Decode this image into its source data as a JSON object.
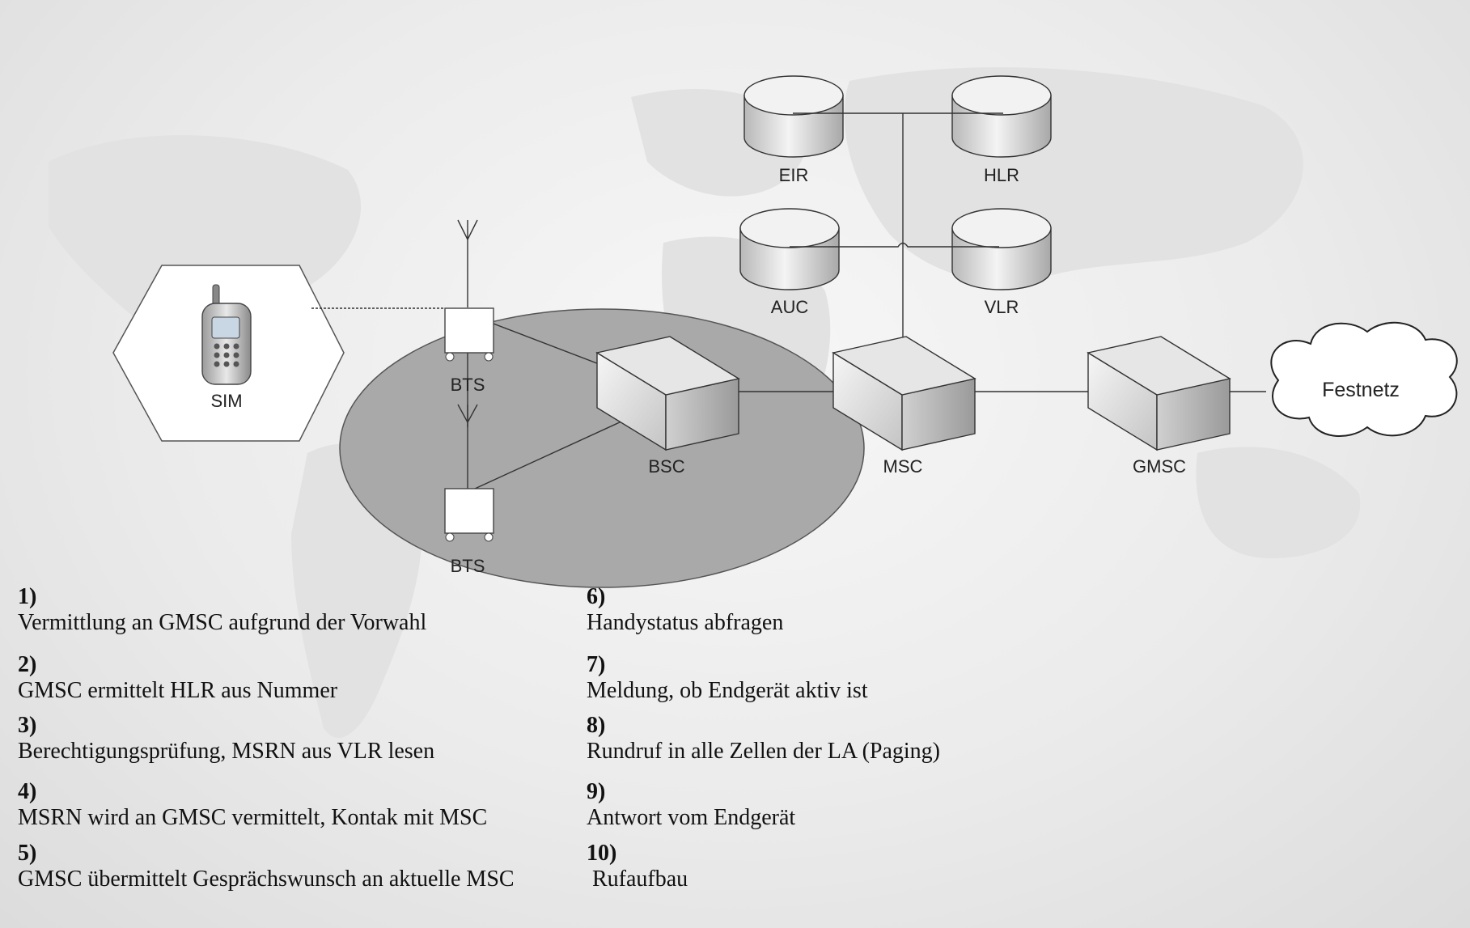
{
  "nodes": {
    "sim": "SIM",
    "bts_top": "BTS",
    "bts_bottom": "BTS",
    "bsc": "BSC",
    "msc": "MSC",
    "gmsc": "GMSC",
    "eir": "EIR",
    "hlr": "HLR",
    "auc": "AUC",
    "vlr": "VLR",
    "cloud": "Festnetz"
  },
  "steps": [
    {
      "num": "1)",
      "text": "Vermittlung an GMSC aufgrund der Vorwahl"
    },
    {
      "num": "2)",
      "text": "GMSC ermittelt HLR aus Nummer"
    },
    {
      "num": "3)",
      "text": "Berechtigungsprüfung, MSRN aus VLR lesen"
    },
    {
      "num": "4)",
      "text": "MSRN wird an GMSC vermittelt, Kontak mit MSC"
    },
    {
      "num": "5)",
      "text": "GMSC übermittelt Gesprächswunsch an aktuelle MSC"
    },
    {
      "num": "6)",
      "text": "Handystatus abfragen"
    },
    {
      "num": "7)",
      "text": "Meldung, ob Endgerät aktiv ist"
    },
    {
      "num": "8)",
      "text": "Rundruf in alle Zellen der LA (Paging)"
    },
    {
      "num": "9)",
      "text": "Antwort vom Endgerät"
    },
    {
      "num": "10)",
      "text": " Rufaufbau"
    }
  ],
  "colors": {
    "cell_ellipse": "#a9a9a9",
    "line": "#333333",
    "box_face": "#e6e6e6"
  }
}
